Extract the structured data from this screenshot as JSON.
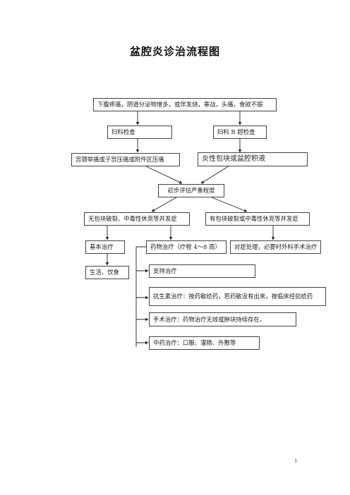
{
  "title": "盆腔炎诊治流程图",
  "boxes": {
    "symptoms": "下腹疼痛，阴道分泌物增多，或伴发烧，寒战，头痛，食欲不振",
    "gyn_exam": "妇科检查",
    "ultrasound": "妇科 B 超检查",
    "tenderness": "宫颈举痛或子宫压痛或附件区压痛",
    "mass": "炎性包块或盆腔积液",
    "assess": "初步评估严重程度",
    "no_rupture": "无包块破裂、中毒性休克等并发症",
    "rupture": "有包块破裂或中毒性休克等并发症",
    "basic": "基本治疗",
    "drug": "药物治疗（疗程 4～8 周）",
    "symptomatic": "对症处理，必要时外科手术治疗",
    "life": "生活、饮食",
    "support": "支持治疗",
    "antibiotic": "抗生素治疗：按药敏给药，若药敏没有出来，按临床经验给药",
    "surgery": "手术治疗：药物治疗无效或肿块持续存在。",
    "tcm": "中药治疗：口服、灌肠、外敷等"
  },
  "page_number": "1"
}
